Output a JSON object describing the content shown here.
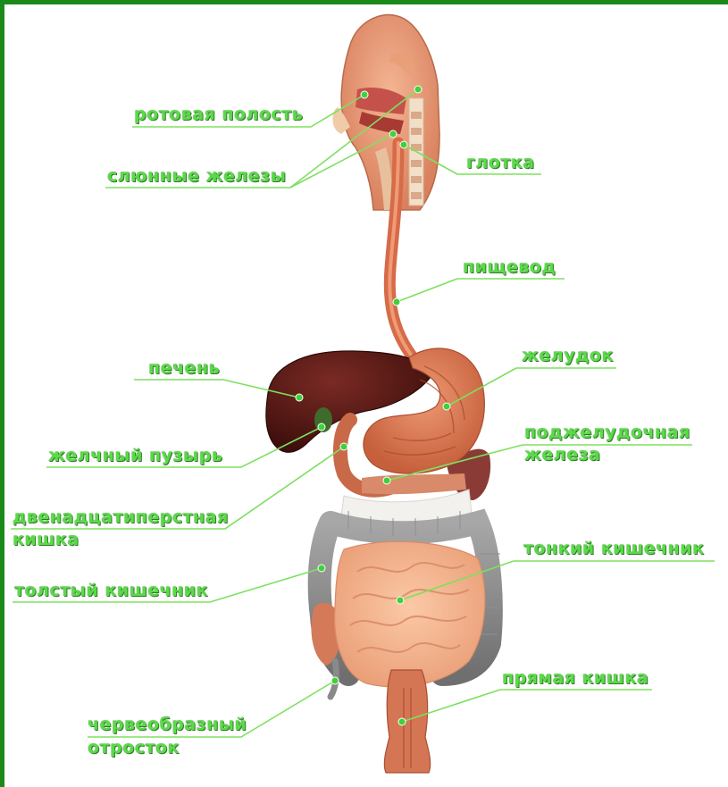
{
  "diagram": {
    "labels": {
      "mouth": "ротовая полость",
      "salivary": "слюнные железы",
      "pharynx": "глотка",
      "esophagus": "пищевод",
      "liver": "печень",
      "stomach": "желудок",
      "gallbladder": "желчный пузырь",
      "pancreas_1": "поджелудочная",
      "pancreas_2": "железа",
      "duodenum_1": "двенадцатиперстная",
      "duodenum_2": "кишка",
      "small_intestine": "тонкий кишечник",
      "large_intestine": "толстый кишечник",
      "rectum": "прямая кишка",
      "appendix_1": "червеобразный",
      "appendix_2": "отросток"
    },
    "colors": {
      "frame": "#1a8a1a",
      "label_text": "#5bd94a",
      "leader_line": "#7ee05f",
      "pointer_dot": "#3fd13a"
    }
  }
}
